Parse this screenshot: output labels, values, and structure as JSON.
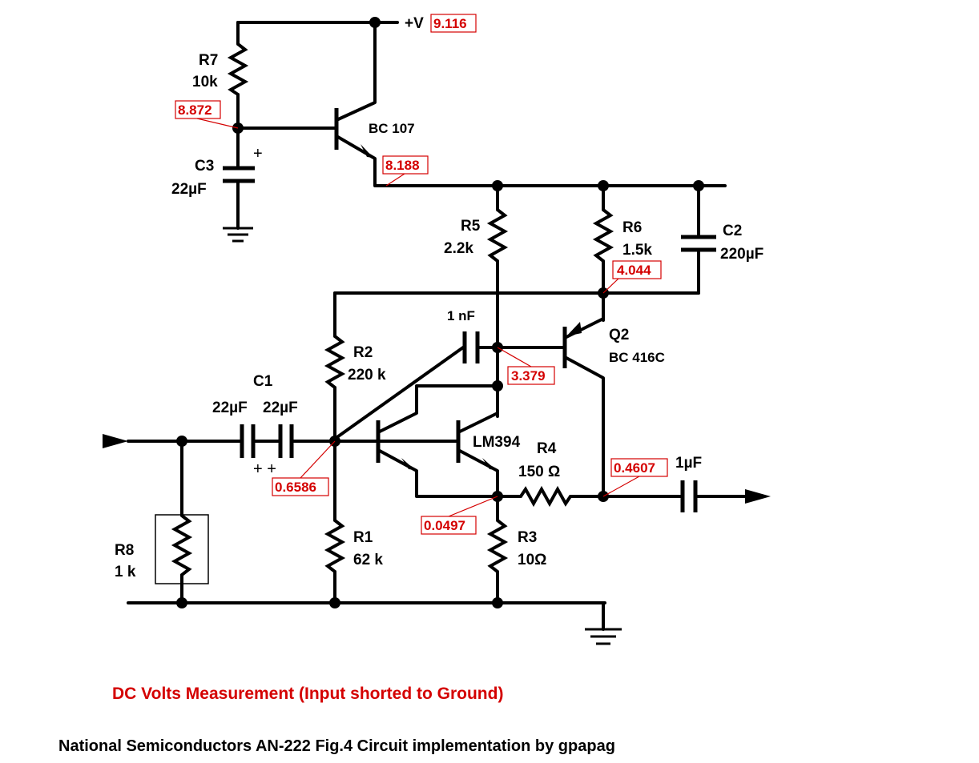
{
  "supply": {
    "label": "+V",
    "voltage": "9.116"
  },
  "components": {
    "r7": {
      "name": "R7",
      "value": "10k"
    },
    "c3": {
      "name": "C3",
      "value": "22µF",
      "polarity": "+"
    },
    "bc107": {
      "name": "BC 107"
    },
    "r5": {
      "name": "R5",
      "value": "2.2k"
    },
    "r6": {
      "name": "R6",
      "value": "1.5k"
    },
    "c2": {
      "name": "C2",
      "value": "220µF"
    },
    "c_1nf": {
      "value": "1 nF"
    },
    "q2": {
      "name": "Q2",
      "part": "BC 416C"
    },
    "r2": {
      "name": "R2",
      "value": "220 k"
    },
    "c1": {
      "name": "C1",
      "value_a": "22µF",
      "value_b": "22µF",
      "polarity": "+ +"
    },
    "lm394": {
      "name": "LM394"
    },
    "r4": {
      "name": "R4",
      "value": "150 Ω"
    },
    "c_out": {
      "value": "1µF"
    },
    "r8": {
      "name": "R8",
      "value": "1 k"
    },
    "r1": {
      "name": "R1",
      "value": "62 k"
    },
    "r3": {
      "name": "R3",
      "value": "10Ω"
    }
  },
  "measurements": {
    "v_r7_c3": "8.872",
    "v_emitter_bc107": "8.188",
    "v_r6_collector": "4.044",
    "v_q2_base": "3.379",
    "v_input_node": "0.6586",
    "v_lm394_emitter": "0.0497",
    "v_output_node": "0.4607"
  },
  "captions": {
    "measurement_title": "DC Volts Measurement (Input shorted to Ground)",
    "credit": "National Semiconductors AN-222 Fig.4 Circuit implementation by gpapag"
  },
  "colors": {
    "measurement": "#d40000",
    "ink": "#000000",
    "background": "#ffffff"
  }
}
